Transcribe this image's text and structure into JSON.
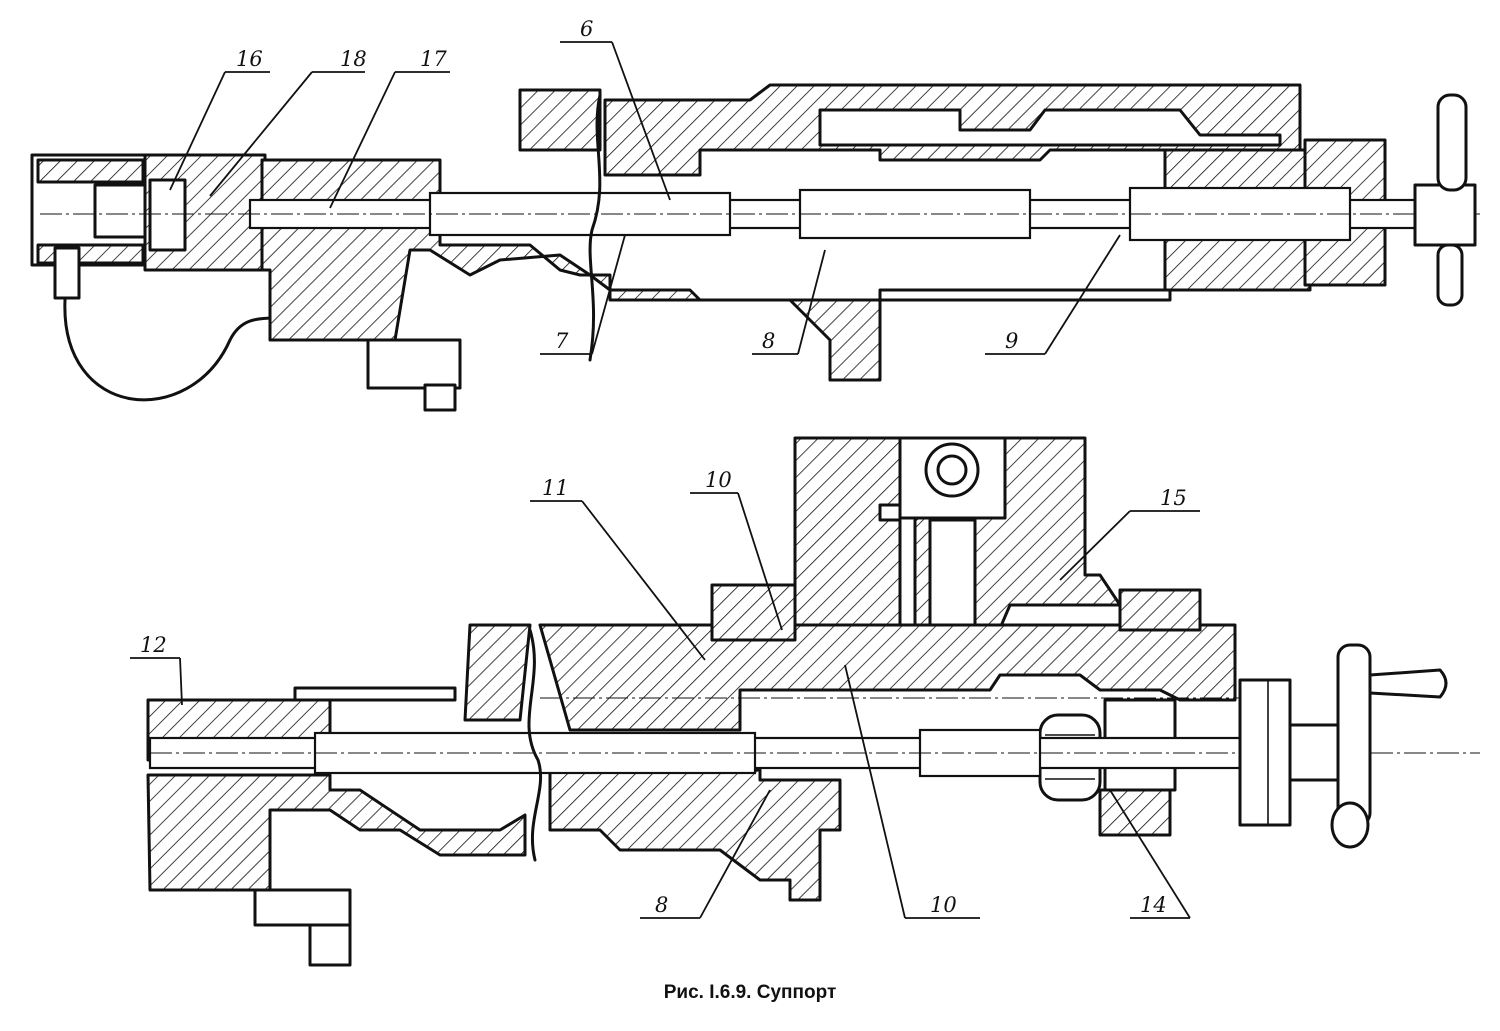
{
  "caption": "Рис. I.6.9. Суппорт",
  "top_view": {
    "callouts": {
      "c16": "16",
      "c18": "18",
      "c17": "17",
      "c6": "6",
      "c7": "7",
      "c8": "8",
      "c9": "9"
    }
  },
  "bottom_view": {
    "callouts": {
      "c12": "12",
      "c11": "11",
      "c10a": "10",
      "c15": "15",
      "c8": "8",
      "c10b": "10",
      "c14": "14"
    }
  }
}
